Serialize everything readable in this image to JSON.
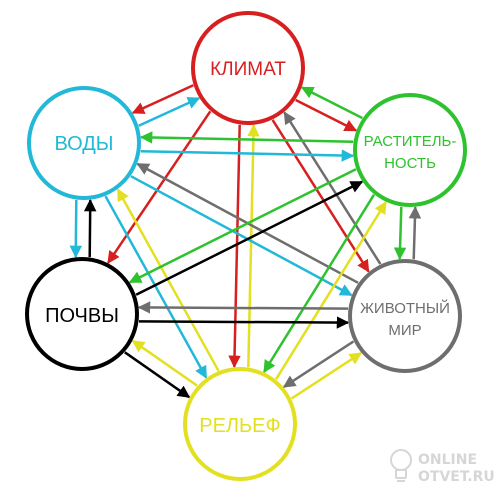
{
  "nodes": {
    "climate": {
      "line1": "КЛИМАТ",
      "line2": "",
      "color": "#d81f1f"
    },
    "waters": {
      "line1": "ВОДЫ",
      "line2": "",
      "color": "#22b8d8"
    },
    "vegetation": {
      "line1": "РАСТИТЕЛЬ-",
      "line2": "НОСТЬ",
      "color": "#2ec22e"
    },
    "soils": {
      "line1": "ПОЧВЫ",
      "line2": "",
      "color": "#000000"
    },
    "animals": {
      "line1": "ЖИВОТНЫЙ",
      "line2": "МИР",
      "color": "#6e6e6e"
    },
    "relief": {
      "line1": "РЕЛЬЕФ",
      "line2": "",
      "color": "#e3e021"
    }
  },
  "watermark": {
    "line1": "ONLINE",
    "line2": "OTVET.RU"
  },
  "connections": [
    {
      "from": "climate",
      "to": "waters"
    },
    {
      "from": "waters",
      "to": "climate"
    },
    {
      "from": "climate",
      "to": "vegetation"
    },
    {
      "from": "vegetation",
      "to": "climate"
    },
    {
      "from": "climate",
      "to": "soils"
    },
    {
      "from": "climate",
      "to": "relief"
    },
    {
      "from": "relief",
      "to": "climate"
    },
    {
      "from": "climate",
      "to": "animals"
    },
    {
      "from": "animals",
      "to": "climate"
    },
    {
      "from": "waters",
      "to": "vegetation"
    },
    {
      "from": "vegetation",
      "to": "waters"
    },
    {
      "from": "waters",
      "to": "soils"
    },
    {
      "from": "soils",
      "to": "waters"
    },
    {
      "from": "waters",
      "to": "animals"
    },
    {
      "from": "animals",
      "to": "waters"
    },
    {
      "from": "waters",
      "to": "relief"
    },
    {
      "from": "relief",
      "to": "waters"
    },
    {
      "from": "vegetation",
      "to": "soils"
    },
    {
      "from": "soils",
      "to": "vegetation"
    },
    {
      "from": "vegetation",
      "to": "animals"
    },
    {
      "from": "animals",
      "to": "vegetation"
    },
    {
      "from": "vegetation",
      "to": "relief"
    },
    {
      "from": "relief",
      "to": "vegetation"
    },
    {
      "from": "soils",
      "to": "animals"
    },
    {
      "from": "animals",
      "to": "soils"
    },
    {
      "from": "soils",
      "to": "relief"
    },
    {
      "from": "relief",
      "to": "soils"
    },
    {
      "from": "animals",
      "to": "relief"
    },
    {
      "from": "relief",
      "to": "animals"
    }
  ]
}
